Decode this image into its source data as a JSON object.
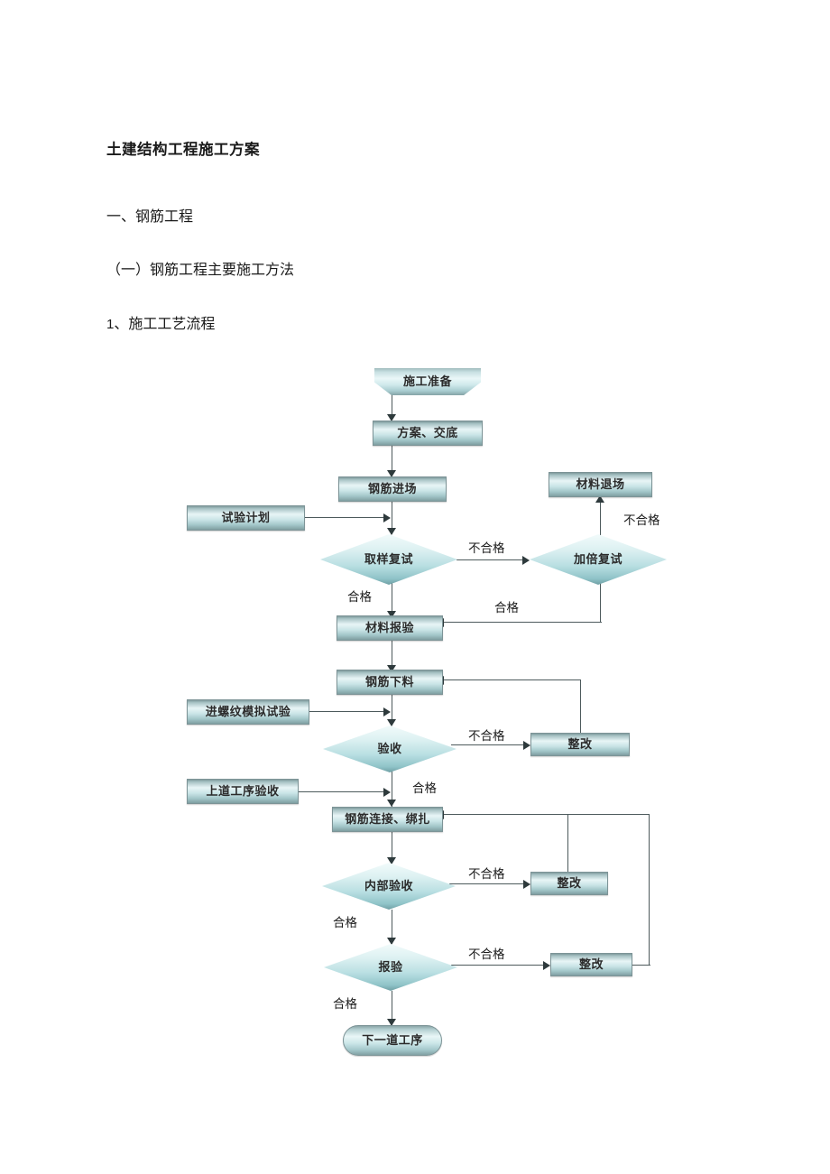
{
  "document": {
    "title": "土建结构工程施工方案",
    "heading_1": "一、钢筋工程",
    "heading_2": "（一）钢筋工程主要施工方法",
    "heading_3_num": "1",
    "heading_3": "、施工工艺流程"
  },
  "flowchart": {
    "type": "process-flow-diagram",
    "nodes": {
      "prep": "施工准备",
      "plan_disclosure": "方案、交底",
      "rebar_arrival": "钢筋进场",
      "test_plan": "试验计划",
      "sampling_retest": "取样复试",
      "double_retest": "加倍复试",
      "material_return": "材料退场",
      "material_report": "材料报验",
      "rebar_cutting": "钢筋下料",
      "thread_mock_test": "进螺纹模拟试验",
      "acceptance": "验收",
      "rectify_1": "整改",
      "prev_process_acceptance": "上道工序验收",
      "rebar_connect_tie": "钢筋连接、绑扎",
      "internal_acceptance": "内部验收",
      "rectify_2": "整改",
      "inspection_report": "报验",
      "rectify_3": "整改",
      "next_process": "下一道工序"
    },
    "edge_labels": {
      "fail_1": "不合格",
      "fail_2": "不合格",
      "fail_3": "不合格",
      "fail_4": "不合格",
      "fail_5": "不合格",
      "pass_1": "合格",
      "pass_2": "合格",
      "pass_3": "合格",
      "pass_4": "合格",
      "pass_5": "合格"
    },
    "colors": {
      "shape_fill_light": "#e8f5f6",
      "shape_fill_mid": "#a8c3c5",
      "shape_border": "#7d9497",
      "connector": "#4d5a5c",
      "text": "#2b2b2b"
    }
  }
}
